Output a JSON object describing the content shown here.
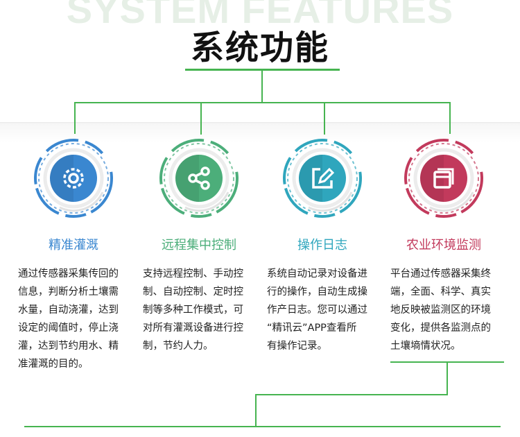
{
  "header": {
    "bg_text": "SYSTEM FEATURES",
    "title": "系统功能"
  },
  "features": [
    {
      "title": "精准灌溉",
      "icon": "gear-icon",
      "color": "#3a87d0",
      "lines": [
        "通过传感器采集传回的",
        "信息，判断分析土壤需",
        "水量，自动浇灌，达到",
        "设定的阈值时，停止浇",
        "灌，达到节约用水、精",
        "准灌溉的目的。"
      ]
    },
    {
      "title": "远程集中控制",
      "icon": "share-icon",
      "color": "#4cae7a",
      "lines": [
        "支持远程控制、手动控",
        "制、自动控制、定时控",
        "制等多种工作模式，可",
        "对所有灌溉设备进行控",
        "制，节约人力。"
      ]
    },
    {
      "title": "操作日志",
      "icon": "edit-icon",
      "color": "#2fa6bd",
      "lines": [
        "系统自动记录对设备进",
        "行的操作，自动生成操",
        "作产日志。您可以通过",
        "“精讯云”APP查看所",
        "有操作记录。"
      ]
    },
    {
      "title": "农业环境监测",
      "icon": "window-icon",
      "color": "#c23a5c",
      "lines": [
        "平台通过传感器采集终",
        "端，全面、科学、真实",
        "地反映被监测区的环境",
        "变化，提供各监测点的",
        "土壤墒情状况。"
      ]
    }
  ]
}
